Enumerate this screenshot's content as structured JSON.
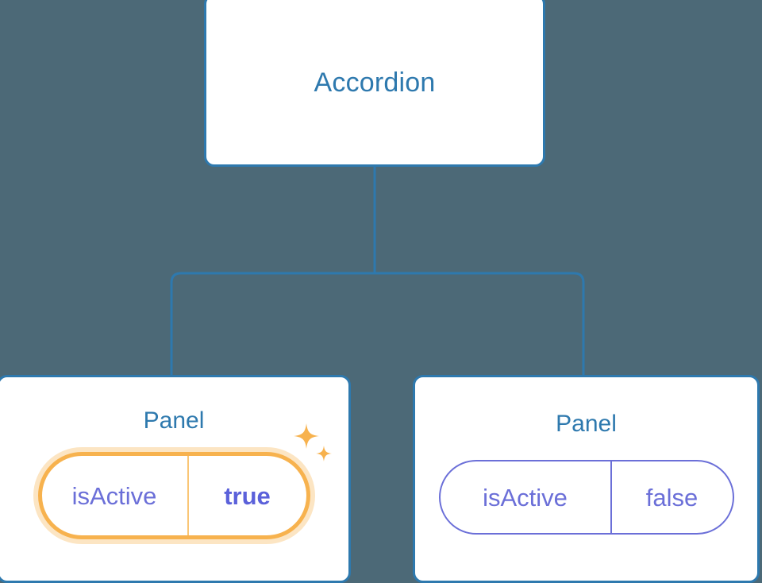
{
  "canvas": {
    "background_color": "#4c6977",
    "node_border_color": "#2e79ae",
    "node_text_color": "#2e79ae",
    "prop_color": "#6b6fd8",
    "highlight_color": "#f7b24e",
    "highlight_glow_color": "#fac676"
  },
  "tree": {
    "root": {
      "title": "Accordion"
    },
    "children": [
      {
        "title": "Panel",
        "highlighted": true,
        "prop": {
          "key": "isActive",
          "value": "true"
        },
        "sparkle_icons": [
          "sparkle-large-icon",
          "sparkle-small-icon"
        ]
      },
      {
        "title": "Panel",
        "highlighted": false,
        "prop": {
          "key": "isActive",
          "value": "false"
        }
      }
    ]
  }
}
